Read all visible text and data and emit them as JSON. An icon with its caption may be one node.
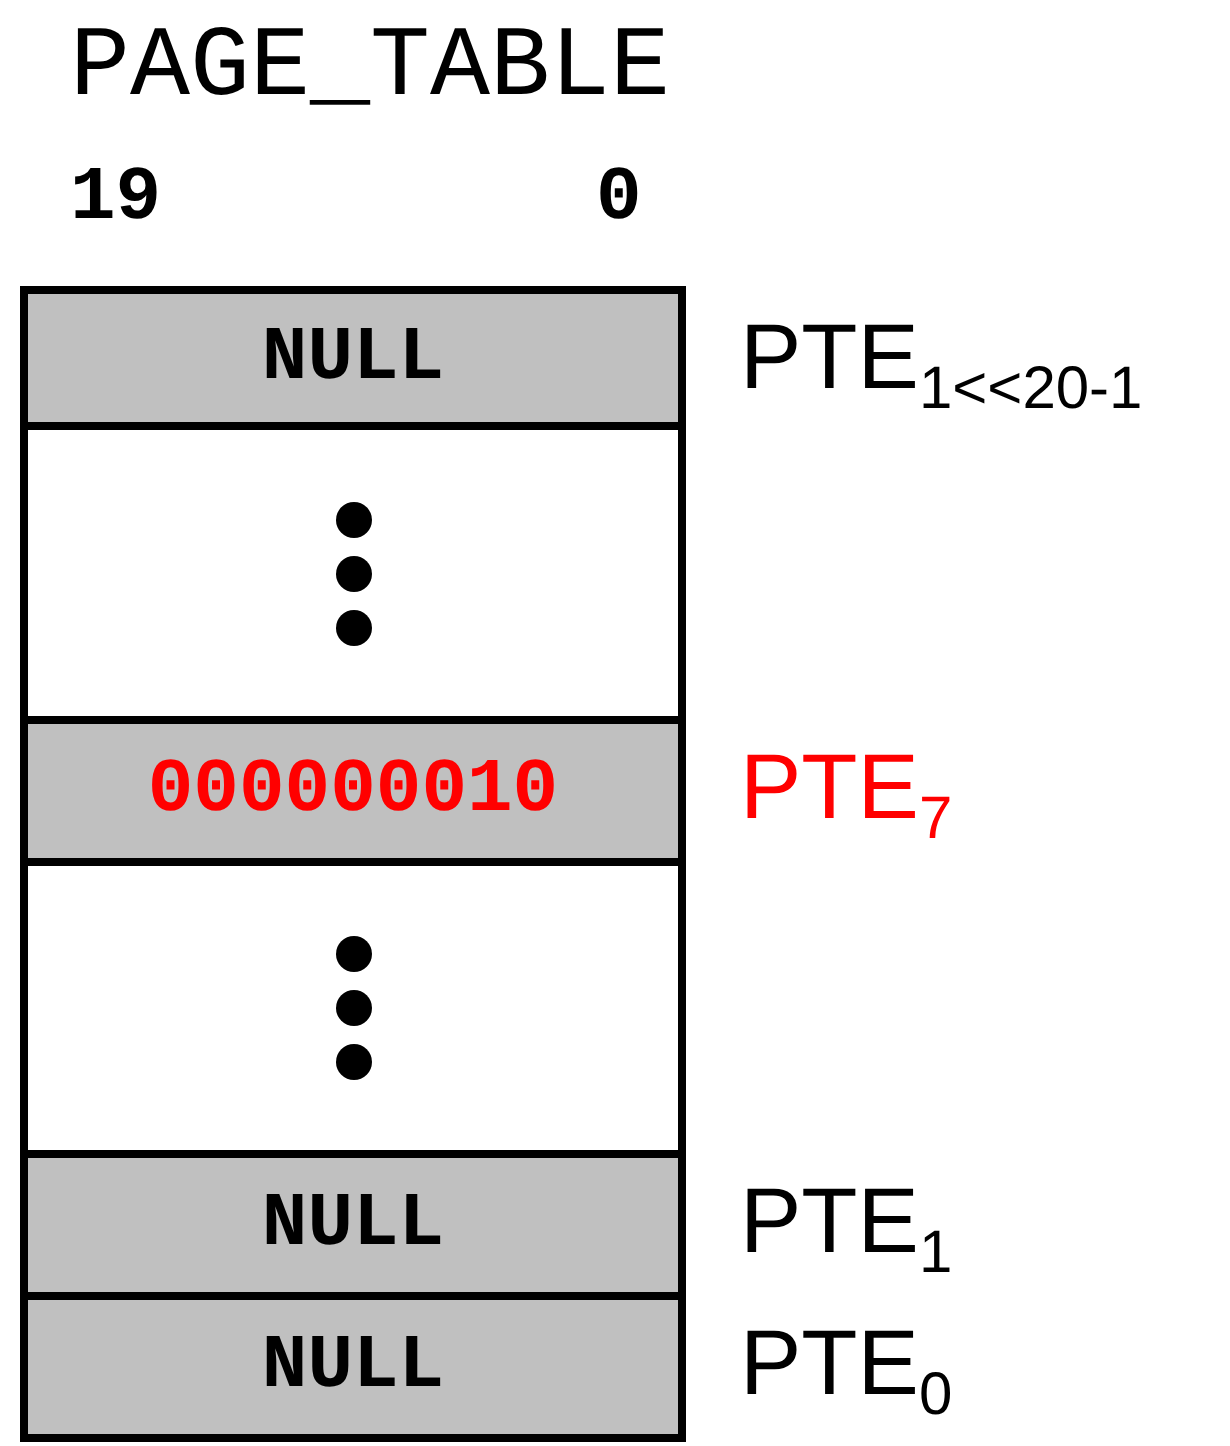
{
  "diagram": {
    "title": "PAGE_TABLE",
    "nodes": [
      {
        "text": [
          "NULL"
        ],
        "beside": [
          "PTE$_{1<<20-1}$"
        ]
      },
      {
        "text": [],
        "shape": "box"
      },
      {
        "text": [
          "000000010"
        ],
        "beside": [
          "PTE$_{7}$"
        ]
      },
      {
        "text": [],
        "shape": "box"
      },
      {
        "text": [
          "NULL"
        ],
        "beside": [
          "PTE$_{1}$"
        ]
      },
      {
        "text": [
          "NULL"
        ],
        "beside": [
          "PTE$_{0}$"
        ]
      }
    ],
    "edges": [],
    "labels": [
      "19",
      "0"
    ]
  }
}
